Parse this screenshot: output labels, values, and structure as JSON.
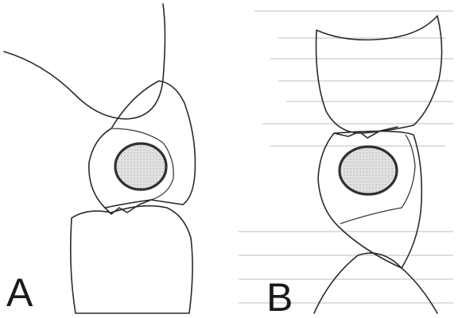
{
  "figure": {
    "panels": [
      {
        "id": "A",
        "label": "A"
      },
      {
        "id": "B",
        "label": "B"
      }
    ],
    "colors": {
      "line": "#2a2a2a",
      "stipple": "#d9d9d9",
      "paper": "#ffffff"
    }
  }
}
